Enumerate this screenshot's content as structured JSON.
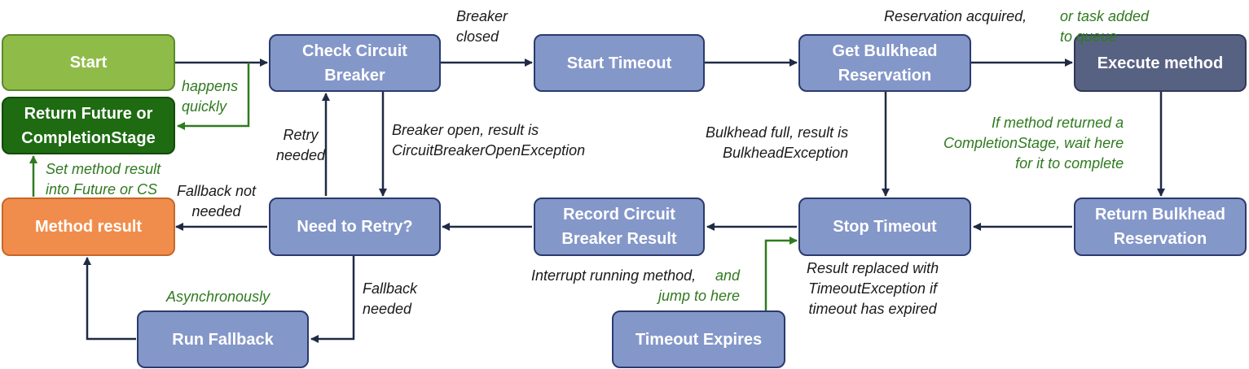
{
  "nodes": {
    "start": "Start",
    "return_future": "Return Future or\nCompletionStage",
    "method_result": "Method result",
    "check_breaker": "Check Circuit\nBreaker",
    "start_timeout": "Start Timeout",
    "get_bulkhead": "Get Bulkhead\nReservation",
    "execute_method": "Execute method",
    "need_retry": "Need to Retry?",
    "record_breaker": "Record Circuit\nBreaker Result",
    "stop_timeout": "Stop Timeout",
    "return_bulkhead": "Return Bulkhead\nReservation",
    "run_fallback": "Run Fallback",
    "timeout_expires": "Timeout Expires"
  },
  "labels": {
    "breaker_closed": "Breaker\nclosed",
    "reservation_acquired": "Reservation acquired,",
    "or_task_added": "or task added\nto queue",
    "happens_quickly": "happens\nquickly",
    "retry_needed": "Retry\nneeded",
    "breaker_open": "Breaker open, result is\nCircuitBreakerOpenException",
    "bulkhead_full": "Bulkhead full, result is\nBulkheadException",
    "if_method_returned": "If method returned a\nCompletionStage, wait here\nfor it to complete",
    "set_method_result": "Set method result\ninto Future or CS",
    "fallback_not_needed": "Fallback not\nneeded",
    "asynchronously": "Asynchronously",
    "fallback_needed": "Fallback\nneeded",
    "interrupt_running": "Interrupt running method,",
    "and_jump": "and\njump to here",
    "result_replaced": "Result replaced with\nTimeoutException if\ntimeout has expired"
  },
  "colors": {
    "arrow_dark": "#1f2a44",
    "arrow_green": "#2f7a1f",
    "node_blue": "#8497c9",
    "node_dark": "#576283",
    "node_light_green": "#8fbc48",
    "node_dark_green": "#1e6b12",
    "node_orange": "#f18d4c"
  }
}
